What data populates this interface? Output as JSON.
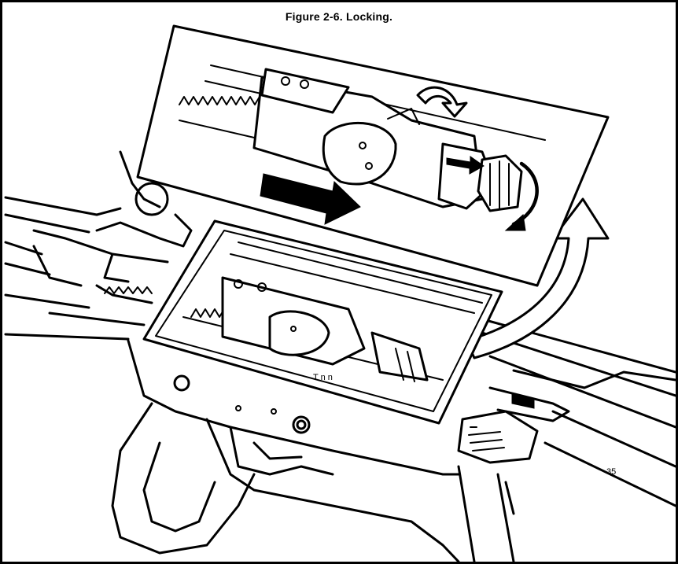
{
  "figure": {
    "title": "Figure 2-6. Locking."
  },
  "drawing": {
    "subject": "rifle receiver cutaway illustration",
    "stroke_color": "#000000",
    "background_color": "#ffffff",
    "marks": {
      "receiver_mark": "T  n  n",
      "corner_mark": "35"
    }
  }
}
